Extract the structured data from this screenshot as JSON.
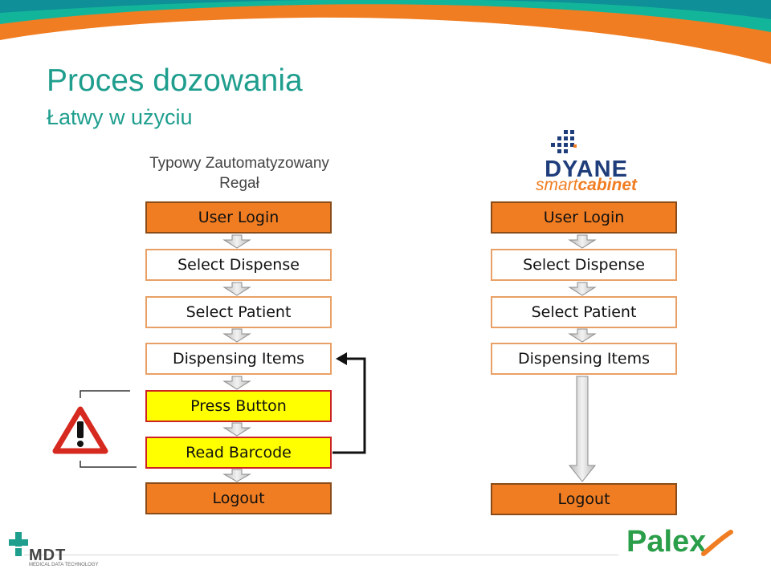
{
  "slide": {
    "title": "Proces dozowania",
    "subtitle": "Łatwy w użyciu",
    "colors": {
      "teal": "#1f9e8e",
      "orange": "#f07d22",
      "yellow": "#ffff00",
      "green": "#2b9e4a"
    }
  },
  "left_flow": {
    "heading_line1": "Typowy Zautomatyzowany",
    "heading_line2": "Regał",
    "steps": [
      {
        "label": "User Login",
        "style": "orange"
      },
      {
        "label": "Select Dispense",
        "style": "white"
      },
      {
        "label": "Select Patient",
        "style": "white"
      },
      {
        "label": "Dispensing Items",
        "style": "white"
      },
      {
        "label": "Press Button",
        "style": "yellow"
      },
      {
        "label": "Read Barcode",
        "style": "yellow"
      },
      {
        "label": "Logout",
        "style": "orange"
      }
    ],
    "warning_icon": "warning-triangle-icon",
    "loop": "Read Barcode back to Dispensing Items"
  },
  "right_flow": {
    "logo_word": "DYANE",
    "logo_sub_light": "smart",
    "logo_sub_bold": "cabinet",
    "steps": [
      {
        "label": "User Login",
        "style": "orange"
      },
      {
        "label": "Select Dispense",
        "style": "white"
      },
      {
        "label": "Select Patient",
        "style": "white"
      },
      {
        "label": "Dispensing Items",
        "style": "white"
      },
      {
        "label": "Logout",
        "style": "orange"
      }
    ]
  },
  "footer": {
    "left_logo_word": "MDT",
    "left_logo_sub": "MEDICAL DATA TECHNOLOGY",
    "right_logo_word": "Palex"
  }
}
